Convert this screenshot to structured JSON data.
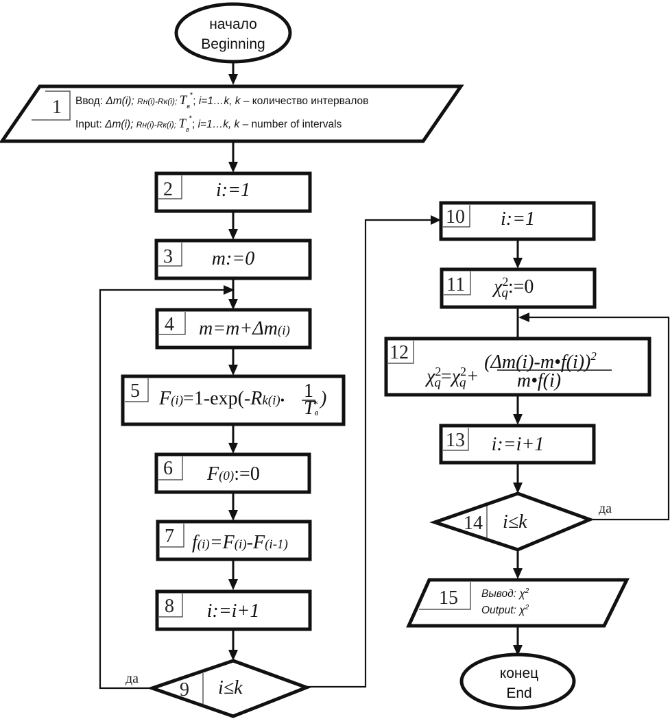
{
  "title": "Algorithm flowchart for chi-square goodness-of-fit computation",
  "start": {
    "line1": "начало",
    "line2": "Beginning"
  },
  "end": {
    "line1": "конец",
    "line2": "End"
  },
  "blocks": {
    "b1": {
      "number": "1",
      "ru": {
        "prefix": "Ввод: ",
        "dm": "Δm(i); ",
        "r": "Rн(i)-Rк(i); ",
        "t": "T",
        "tsub": "в",
        "tsup": "*",
        "rest1": "; ",
        "range": "i=1…k, k",
        "tail": " – количество интервалов"
      },
      "en": {
        "prefix": "Input: ",
        "dm": "Δm(i); ",
        "r": "Rн(i)-Rк(i); ",
        "t": "T",
        "tsub": "в",
        "tsup": "*",
        "rest1": "; ",
        "range": "i=1…k, k",
        "tail": " – number of intervals"
      }
    },
    "b2": {
      "number": "2",
      "text": "i:=1"
    },
    "b3": {
      "number": "3",
      "text": "m:=0"
    },
    "b4": {
      "number": "4",
      "text": "m=m+Δm",
      "sub": "(i)"
    },
    "b5": {
      "number": "5",
      "lhs": "F",
      "lhs_sub": "(i)",
      "mid": "=1-exp(-",
      "r": "R",
      "r_sub": "k(i)",
      "dot": "•",
      "frac_num": "1",
      "frac_den": "T",
      "frac_den_sub": "в",
      "frac_den_sup": "*",
      "close": ")"
    },
    "b6": {
      "number": "6",
      "lhs": "F",
      "sub": "(0)",
      "rhs": ":=0"
    },
    "b7": {
      "number": "7",
      "f": "f",
      "f_sub": "(i)",
      "eq": "=F",
      "a_sub": "(i)",
      "minus": "-F",
      "b_sub": "(i-1)"
    },
    "b8": {
      "number": "8",
      "text": "i:=i+1"
    },
    "b9": {
      "number": "9",
      "condition": "i≤k",
      "yes_label": "да"
    },
    "b10": {
      "number": "10",
      "text": "i:=1"
    },
    "b11": {
      "number": "11",
      "chi": "χ",
      "sup": "2",
      "sub": "q",
      "rhs": ":=0"
    },
    "b12": {
      "number": "12",
      "lhs": "χ",
      "sup": "2",
      "sub": "q",
      "eq": "=",
      "plus": "+",
      "num": "(Δm(i)-m•f(i))",
      "num_sup": "2",
      "den": "m•f(i)"
    },
    "b13": {
      "number": "13",
      "text": "i:=i+1"
    },
    "b14": {
      "number": "14",
      "condition": "i≤k",
      "yes_label": "да"
    },
    "b15": {
      "number": "15",
      "ru": "Вывод: χ",
      "en": "Output: χ",
      "sup": "2"
    }
  }
}
